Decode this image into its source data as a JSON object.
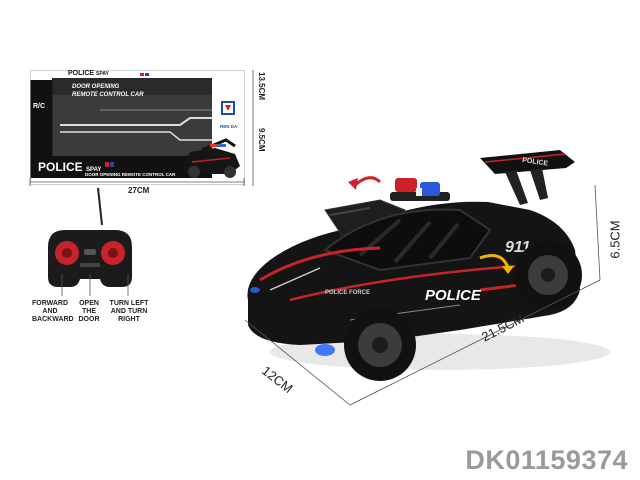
{
  "package": {
    "brand_top": "POLICE",
    "brand_top_small": "SPAY",
    "rc_badge": "R/C",
    "title_line1": "DOOR OPENING",
    "title_line2": "REMOTE CONTROL CAR",
    "brand_bottom": "POLICE",
    "brand_bottom_small": "SPAY",
    "bottom_line": "DOOR OPENING REMOTE CONTROL CAR",
    "logo_text": "REN DA",
    "dim_width": "27CM",
    "dim_height": "9.5CM",
    "dim_depth": "13.5CM"
  },
  "remote": {
    "captions": [
      "FORWARD AND BACKWARD",
      "OPEN THE DOOR",
      "TURN LEFT AND TURN RIGHT"
    ]
  },
  "car": {
    "number": "911",
    "side_text": "POLICE FORCE",
    "door_text": "POLICE",
    "wing_text": "POLICE",
    "dim_length": "21.5CM",
    "dim_width": "12CM",
    "dim_height": "6.5CM"
  },
  "product_code": "DK01159374"
}
